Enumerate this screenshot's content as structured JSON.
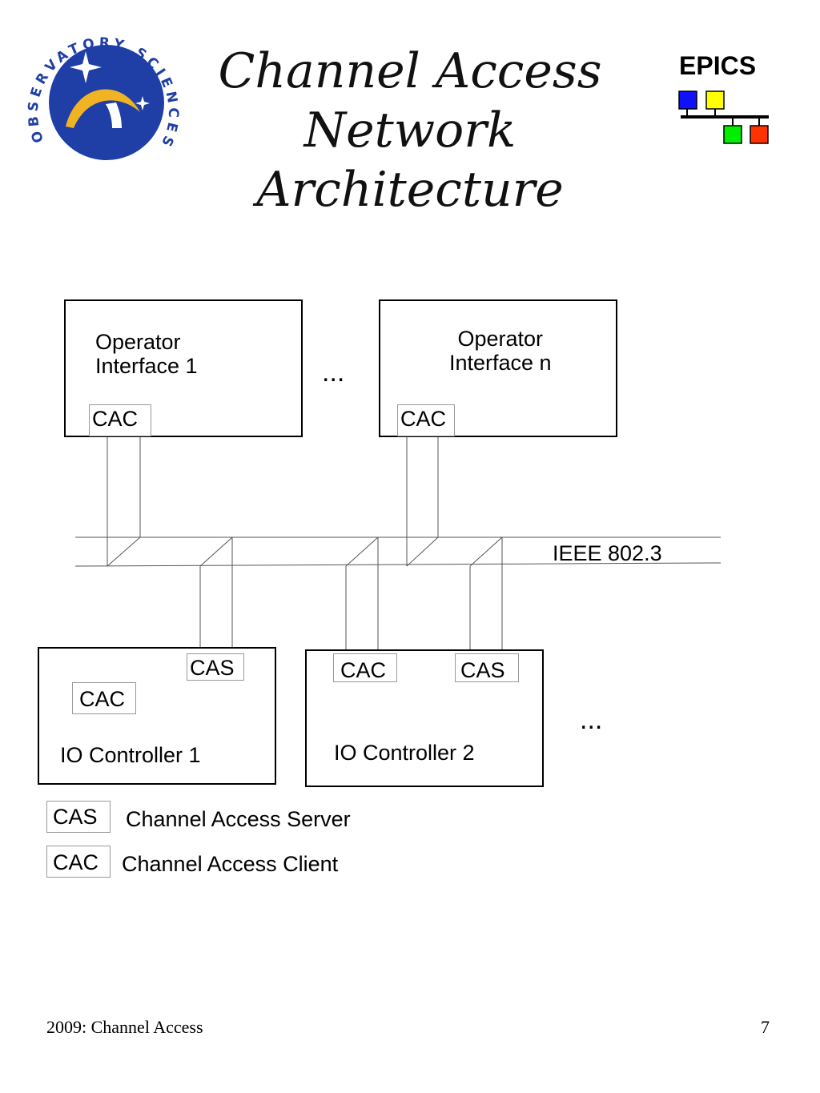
{
  "header": {
    "title_line1": "Channel Access",
    "title_line2": "Network Architecture",
    "logo_text": "OBSERVATORY SCIENCES",
    "epics_label": "EPICS",
    "colors": {
      "logo_blue": "#1f3fa6",
      "logo_gold": "#f0b323",
      "epics_blue": "#1010ff",
      "epics_yellow": "#ffff00",
      "epics_green": "#00ee00",
      "epics_red": "#ff3300"
    }
  },
  "diagram": {
    "operator_interface_1": {
      "line1": "Operator",
      "line2": "Interface 1",
      "client_tag": "CAC"
    },
    "operator_interface_n": {
      "line1": "Operator",
      "line2": "Interface n",
      "client_tag": "CAC"
    },
    "top_ellipsis": "...",
    "network_label": "IEEE 802.3",
    "io_controller_1": {
      "label": "IO Controller 1",
      "server_tag": "CAS",
      "client_tag": "CAC"
    },
    "io_controller_2": {
      "label": "IO Controller 2",
      "server_tag": "CAS",
      "client_tag": "CAC"
    },
    "bottom_ellipsis": "..."
  },
  "legend": {
    "server_tag": "CAS",
    "server_desc": "Channel Access Server",
    "client_tag": "CAC",
    "client_desc": "Channel Access Client"
  },
  "footer": {
    "left": "2009: Channel Access",
    "page_number": "7"
  }
}
